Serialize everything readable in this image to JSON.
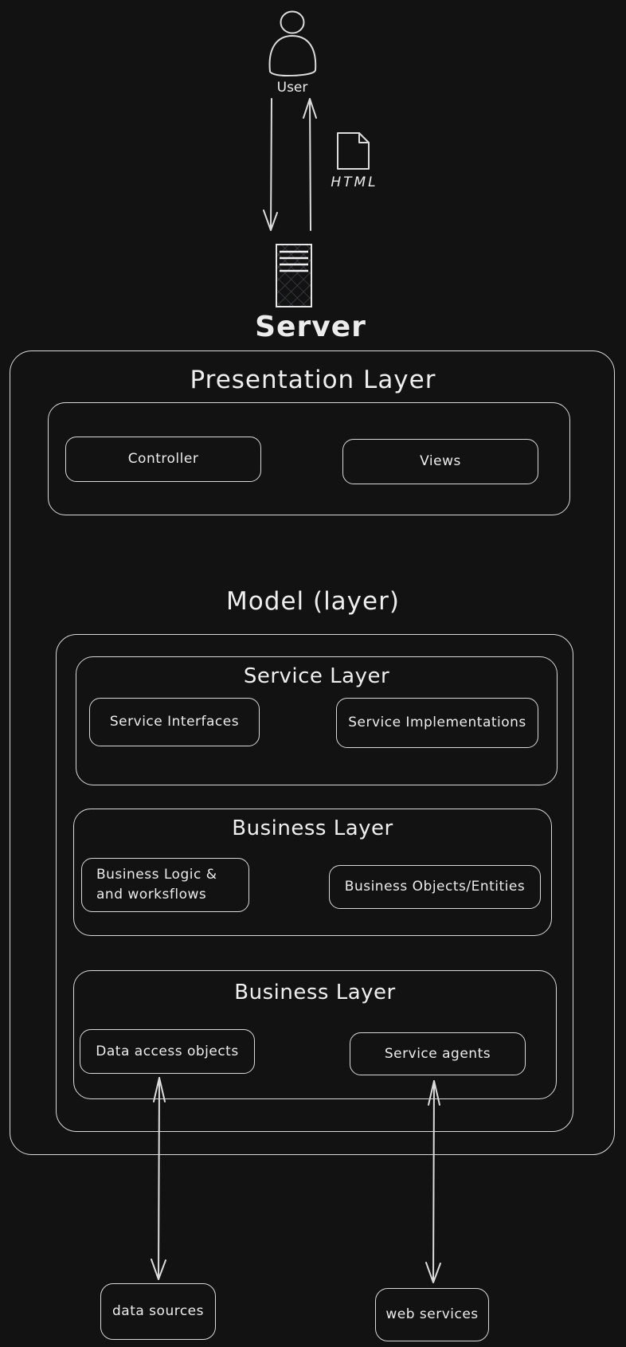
{
  "colors": {
    "background": "#121212",
    "stroke": "#d9d9d9",
    "text": "#ececec",
    "server_hatch": "#3c3f49"
  },
  "icons": {
    "user": "user-icon",
    "html_document": "html-document-icon",
    "server": "server-icon",
    "request_arrow": "arrow-down-icon",
    "response_arrow": "arrow-up-icon",
    "data_sources_arrow": "double-arrow-vertical-icon",
    "web_services_arrow": "double-arrow-vertical-icon"
  },
  "top": {
    "user_label": "User",
    "html_label": "HTML",
    "server_label": "Server"
  },
  "presentation": {
    "title": "Presentation Layer",
    "controller_label": "Controller",
    "views_label": "Views"
  },
  "model": {
    "title": "Model (layer)",
    "sections": [
      {
        "title": "Service Layer",
        "box1": "Service Interfaces",
        "box2": "Service Implementations"
      },
      {
        "title": "Business Layer",
        "box1": "Business Logic &\nand worksflows",
        "box2": "Business Objects/Entities"
      },
      {
        "title": "Business Layer",
        "box1": "Data access objects",
        "box2": "Service agents"
      }
    ]
  },
  "external": {
    "left": "data sources",
    "right": "web services"
  }
}
